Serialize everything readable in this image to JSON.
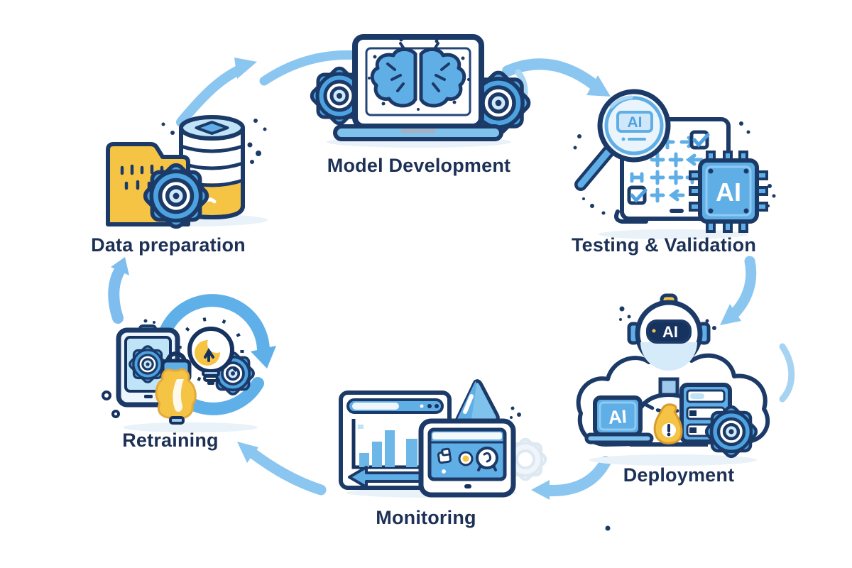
{
  "diagram_title": "",
  "stages": [
    {
      "id": "data-preparation",
      "label": "Data preparation"
    },
    {
      "id": "model-development",
      "label": "Model Development"
    },
    {
      "id": "testing-validation",
      "label": "Testing & Validation"
    },
    {
      "id": "deployment",
      "label": "Deployment"
    },
    {
      "id": "monitoring",
      "label": "Monitoring"
    },
    {
      "id": "retraining",
      "label": "Retraining"
    }
  ],
  "icon_texts": {
    "magnifier_ai": "AI",
    "chip_ai": "AI",
    "robot_ai": "AI",
    "laptop_ai": "AI"
  },
  "flow": [
    {
      "from": "Data preparation",
      "to": "Model Development"
    },
    {
      "from": "Model Development",
      "to": "Testing & Validation"
    },
    {
      "from": "Testing & Validation",
      "to": "Deployment"
    },
    {
      "from": "Deployment",
      "to": "Monitoring"
    },
    {
      "from": "Monitoring",
      "to": "Retraining"
    },
    {
      "from": "Retraining",
      "to": "Data preparation"
    }
  ],
  "colors": {
    "background": "#ffffff",
    "outline_navy": "#1c3a68",
    "label_navy": "#1d3157",
    "fill_blue": "#5FAEE6",
    "fill_blue_mid": "#4DA2E0",
    "fill_blue_light": "#bfe3f7",
    "arrow_blue": "#8ac6f0",
    "accent_yellow": "#F6C445",
    "shadow": "#e9f1f9"
  }
}
